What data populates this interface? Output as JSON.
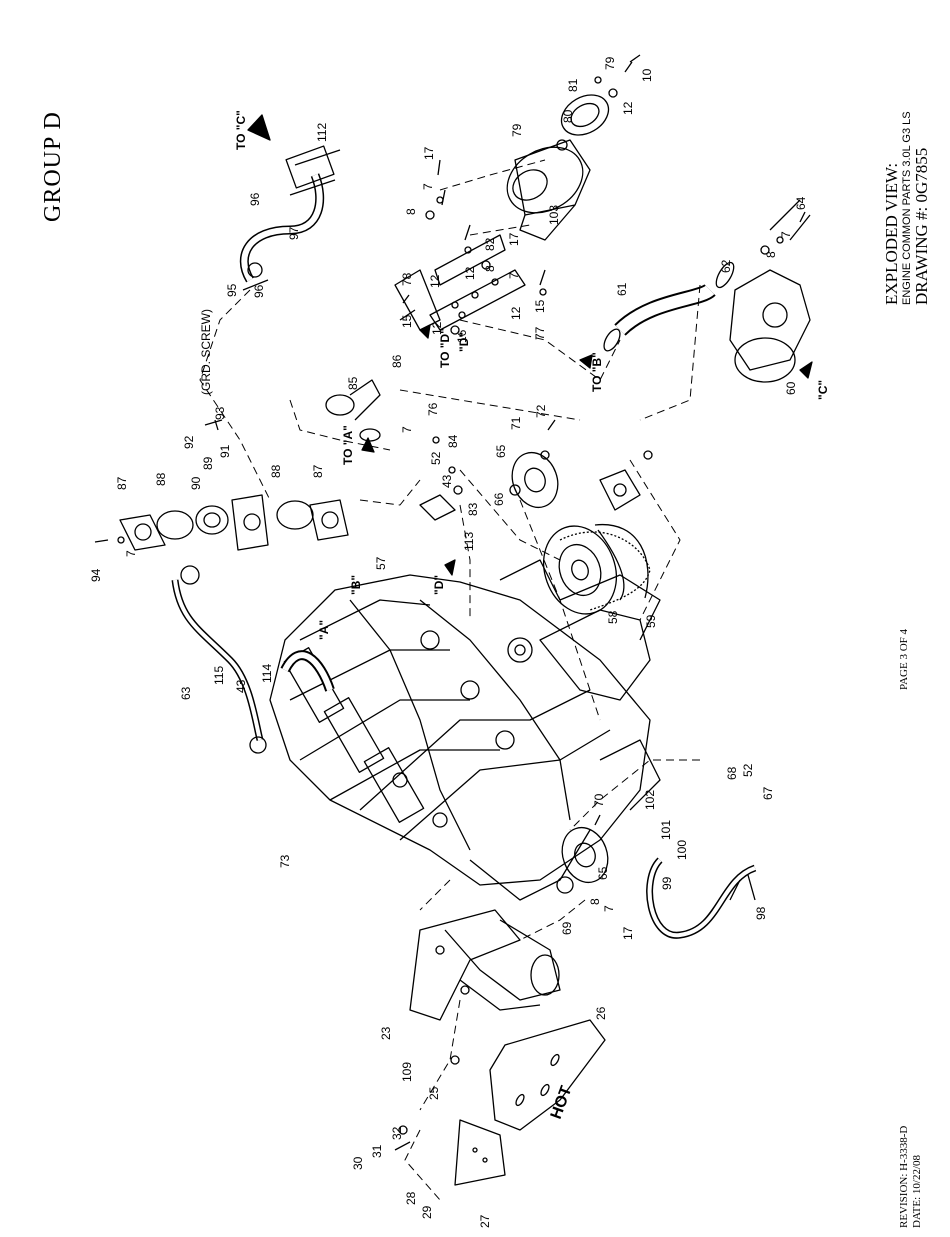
{
  "page": {
    "group_title": "GROUP D",
    "view_title": "EXPLODED VIEW:",
    "view_subtitle": "ENGINE COMMON PARTS 3.0L G3 LS",
    "drawing_number": "DRAWING #: 0G7855",
    "page_label": "PAGE 3 OF 4",
    "revision": "REVISION: H-3338-D",
    "date": "DATE: 10/22/08"
  },
  "diagram": {
    "callouts": [
      "10",
      "79",
      "12",
      "81",
      "80",
      "79",
      "17",
      "7",
      "8",
      "17",
      "103",
      "82",
      "8",
      "7",
      "12",
      "64",
      "7",
      "8",
      "62",
      "61",
      "78",
      "12",
      "15",
      "12",
      "16",
      "77",
      "15",
      "12",
      "86",
      "85",
      "7",
      "76",
      "84",
      "52",
      "43",
      "83",
      "113",
      "71",
      "72",
      "65",
      "66",
      "58",
      "59",
      "57",
      "94",
      "7",
      "87",
      "88",
      "90",
      "89",
      "91",
      "88",
      "87",
      "95",
      "96",
      "97",
      "96",
      "112",
      "93",
      "92",
      "115",
      "43",
      "114",
      "63",
      "73",
      "23",
      "109",
      "25",
      "26",
      "27",
      "28",
      "29",
      "30",
      "31",
      "32",
      "69",
      "8",
      "7",
      "17",
      "65",
      "70",
      "99",
      "100",
      "101",
      "102",
      "98",
      "68",
      "52",
      "67",
      "60"
    ],
    "pointers": [
      "TO \"C\"",
      "TO \"A\"",
      "TO \"D\"",
      "TO \"B\"",
      "\"A\"",
      "\"B\"",
      "\"C\"",
      "\"D\"",
      "\"D\""
    ],
    "annotations": [
      "(GRD. SCREW)"
    ],
    "heat_shield_text": "HOT"
  }
}
